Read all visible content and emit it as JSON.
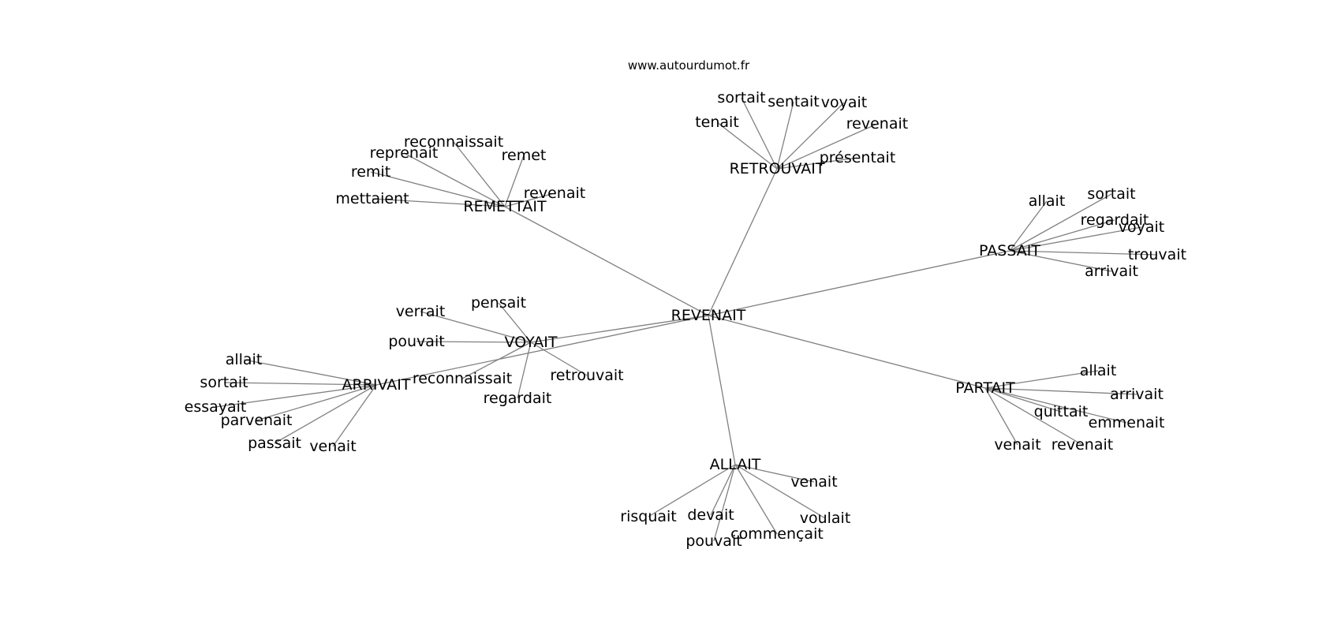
{
  "site": "www.autourdumot.fr",
  "graph": {
    "root": "REVENAIT",
    "hubs": [
      {
        "key": "remettait",
        "label": "REMETTAIT",
        "words": [
          "reconnaissait",
          "reprenait",
          "remet",
          "remit",
          "revenait",
          "mettaient"
        ]
      },
      {
        "key": "retrouvait",
        "label": "RETROUVAIT",
        "words": [
          "sortait",
          "sentait",
          "voyait",
          "tenait",
          "revenait",
          "présentait"
        ]
      },
      {
        "key": "passait",
        "label": "PASSAIT",
        "words": [
          "allait",
          "sortait",
          "regardait",
          "voyait",
          "trouvait",
          "arrivait"
        ]
      },
      {
        "key": "voyait",
        "label": "VOYAIT",
        "words": [
          "verrait",
          "pensait",
          "pouvait",
          "retrouvait",
          "reconnaissait",
          "regardait"
        ]
      },
      {
        "key": "arrivait",
        "label": "ARRIVAIT",
        "words": [
          "allait",
          "sortait",
          "essayait",
          "parvenait",
          "passait",
          "venait"
        ]
      },
      {
        "key": "partait",
        "label": "PARTAIT",
        "words": [
          "allait",
          "arrivait",
          "quittait",
          "emmenait",
          "venait",
          "revenait"
        ]
      },
      {
        "key": "allait",
        "label": "ALLAIT",
        "words": [
          "venait",
          "risquait",
          "devait",
          "voulait",
          "pouvait",
          "commençait"
        ]
      }
    ]
  }
}
